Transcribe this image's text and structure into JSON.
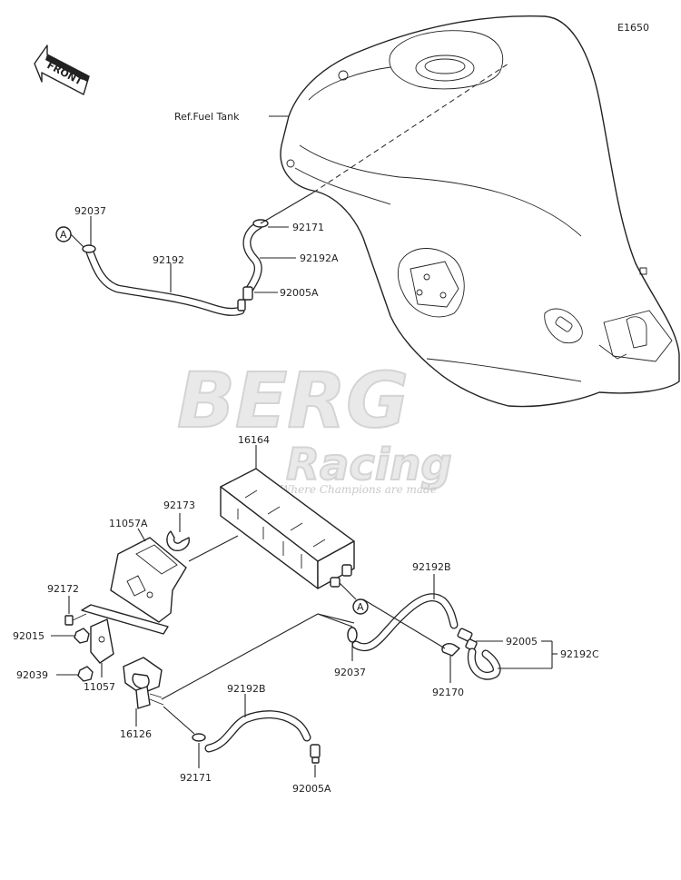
{
  "diagram_code": "E1650",
  "front_label": "FRONT",
  "ref_label": "Ref.Fuel Tank",
  "connector_mark": "A",
  "watermark": {
    "brand_top": "BERG",
    "brand_bottom": "Racing",
    "tagline": "Where Champions are made"
  },
  "parts": {
    "p92037_top": "92037",
    "p92192": "92192",
    "p92171_top": "92171",
    "p92192A": "92192A",
    "p92005A_top": "92005A",
    "p16164": "16164",
    "p92173": "92173",
    "p11057A": "11057A",
    "p92172": "92172",
    "p92015": "92015",
    "p92039": "92039",
    "p11057": "11057",
    "p16126": "16126",
    "p92192B_right": "92192B",
    "p92037_mid": "92037",
    "p92005": "92005",
    "p92192C": "92192C",
    "p92170": "92170",
    "p92192B_bottom": "92192B",
    "p92171_bottom": "92171",
    "p92005A_bottom": "92005A"
  }
}
